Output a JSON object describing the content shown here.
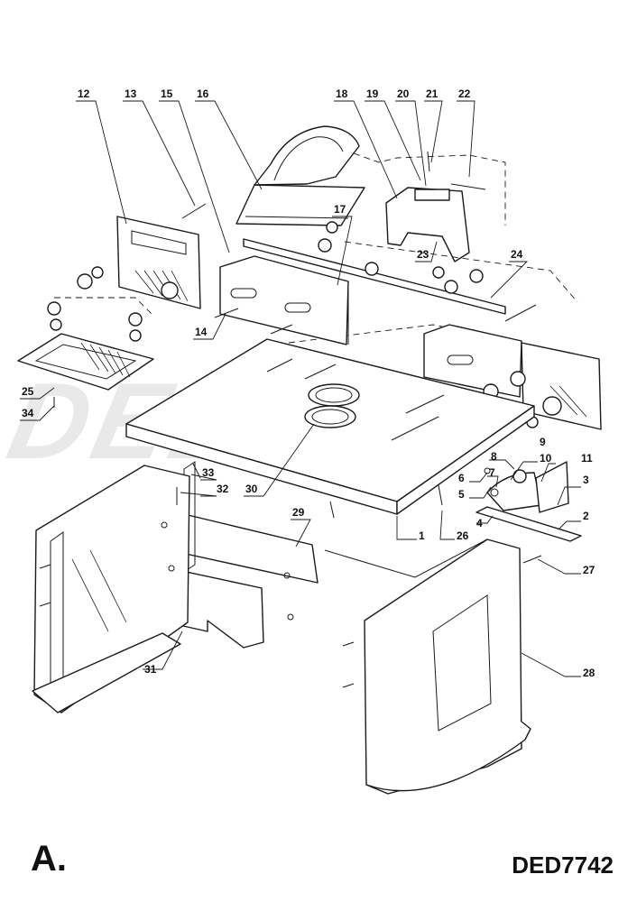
{
  "watermark": "DEDRA",
  "figure_letter": "A.",
  "model_code": "DED7742",
  "callouts": [
    "1",
    "2",
    "3",
    "4",
    "5",
    "6",
    "7",
    "8",
    "9",
    "10",
    "11",
    "12",
    "13",
    "14",
    "15",
    "16",
    "17",
    "18",
    "19",
    "20",
    "21",
    "22",
    "23",
    "24",
    "25",
    "26",
    "27",
    "28",
    "29",
    "30",
    "31",
    "32",
    "33",
    "34"
  ]
}
